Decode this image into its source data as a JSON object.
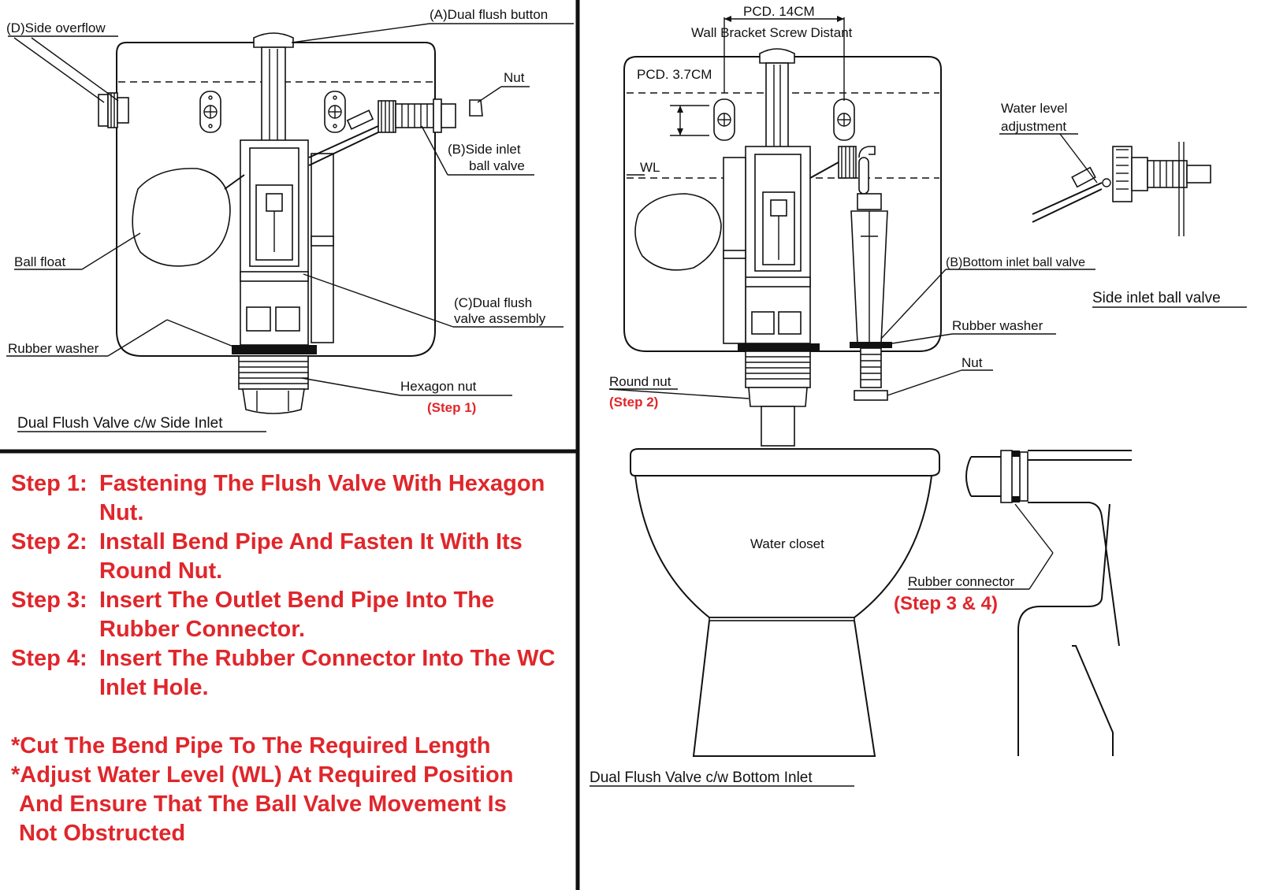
{
  "left_diagram": {
    "caption": "Dual Flush Valve c/w Side Inlet",
    "labels": {
      "dual_flush_button": "(A)Dual flush button",
      "side_overflow": "(D)Side overflow",
      "nut": "Nut",
      "side_inlet_ball_valve_1": "(B)Side inlet",
      "side_inlet_ball_valve_2": "ball valve",
      "ball_float": "Ball float",
      "dual_flush_valve_assembly_1": "(C)Dual flush",
      "dual_flush_valve_assembly_2": "valve assembly",
      "rubber_washer": "Rubber washer",
      "hexagon_nut": "Hexagon nut",
      "step": "(Step 1)"
    }
  },
  "right_diagram": {
    "caption": "Dual Flush Valve c/w Bottom Inlet",
    "labels": {
      "pcd_14": "PCD. 14CM",
      "wall_bracket": "Wall Bracket Screw Distant",
      "pcd_37": "PCD. 3.7CM",
      "wl": "WL",
      "water_level_adjustment_1": "Water level",
      "water_level_adjustment_2": "adjustment",
      "bottom_inlet_ball_valve": "(B)Bottom inlet ball valve",
      "side_inlet_ball_valve": "Side inlet ball valve",
      "rubber_washer": "Rubber washer",
      "nut": "Nut",
      "round_nut": "Round nut",
      "step2": "(Step 2)",
      "water_closet": "Water closet",
      "rubber_connector": "Rubber connector",
      "step34": "(Step 3 & 4)"
    }
  },
  "instructions": {
    "steps": [
      {
        "label": "Step 1:",
        "text": "Fastening The Flush Valve With Hexagon Nut."
      },
      {
        "label": "Step 2:",
        "text": "Install Bend Pipe And Fasten It With Its Round Nut."
      },
      {
        "label": "Step 3:",
        "text": "Insert The Outlet Bend Pipe Into The Rubber Connector."
      },
      {
        "label": "Step 4:",
        "text": "Insert The Rubber Connector Into The WC Inlet Hole."
      }
    ],
    "note_1": "*Cut The Bend Pipe To The Required Length",
    "note_2_line1": "*Adjust Water Level (WL) At Required Position",
    "note_2_line2": "And Ensure That The Ball Valve Movement Is",
    "note_2_line3": "Not Obstructed"
  },
  "colors": {
    "text_red": "#e0262b",
    "line": "#111111",
    "background": "#ffffff"
  }
}
